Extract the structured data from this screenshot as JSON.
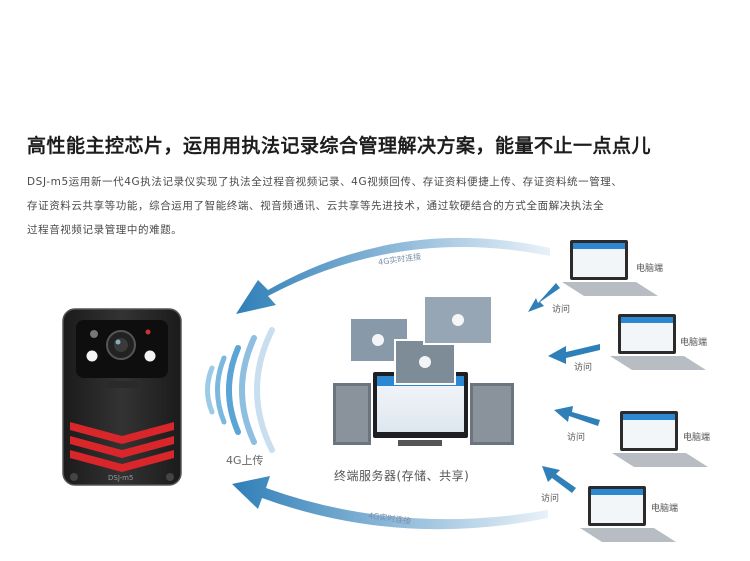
{
  "headline": "高性能主控芯片，运用用执法记录综合管理解决方案，能量不止一点点儿",
  "description_lines": [
    "DSJ-m5运用新一代4G执法记录仪实现了执法全过程音视频记录、4G视频回传、存证资料便捷上传、存证资料统一管理、",
    "存证资料云共享等功能，综合运用了智能终端、视音频通讯、云共享等先进技术，通过软硬结合的方式全面解决执法全",
    "过程音视频记录管理中的难题。"
  ],
  "device_model": "DSJ-m5",
  "upload_label": "4G上传",
  "server_caption": "终端服务器(存储、共享)",
  "arc_labels": {
    "top": "4G实时连接",
    "bottom": "4G实时连接"
  },
  "clients": [
    {
      "name": "电脑端",
      "access": "访问"
    },
    {
      "name": "电脑端",
      "access": "访问"
    },
    {
      "name": "电脑端",
      "access": "访问"
    },
    {
      "name": "电脑端",
      "access": "访问"
    }
  ],
  "colors": {
    "arrow_blue": "#2f7fb8",
    "device_red": "#d8262a",
    "screen_blue": "#2d88d4"
  }
}
